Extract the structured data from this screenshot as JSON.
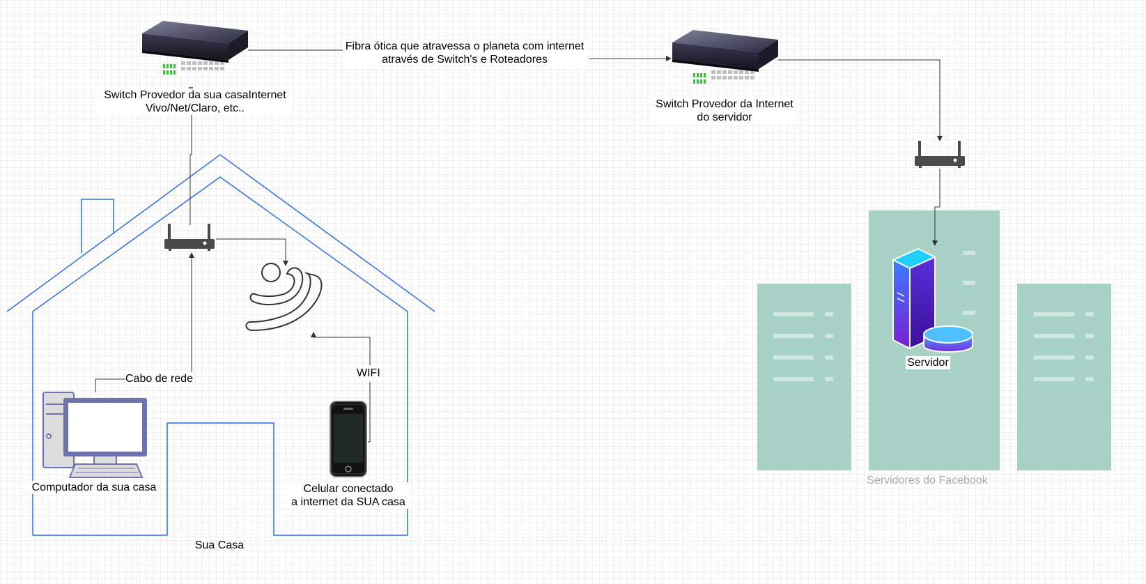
{
  "labels": {
    "switch_home_line1": "Switch Provedor da sua casaInternet",
    "switch_home_line2": "Vivo/Net/Claro, etc..",
    "fibra_line1": "Fibra ótica que atravessa o planeta com internet",
    "fibra_line2": "através de Switch's e Roteadores",
    "switch_server_line1": "Switch Provedor da Internet",
    "switch_server_line2": "do servidor",
    "cabo_de_rede": "Cabo de rede",
    "wifi": "WIFI",
    "computador": "Computador da sua casa",
    "celular_line1": "Celular conectado",
    "celular_line2": "a internet da SUA casa",
    "sua_casa": "Sua Casa",
    "servidor": "Servidor",
    "servidores_facebook": "Servidores do Facebook"
  },
  "colors": {
    "house_outline": "#2f6fe0",
    "rack": "#a9d2c6",
    "rack_lines": "#cfe7df",
    "connector": "#333333",
    "router": "#4a4a4a",
    "server_tower": "#4b4de8"
  },
  "icons": [
    "network-switch-icon",
    "router-icon",
    "wifi-signal-icon",
    "desktop-computer-icon",
    "smartphone-icon",
    "server-icon",
    "server-rack-icon"
  ]
}
